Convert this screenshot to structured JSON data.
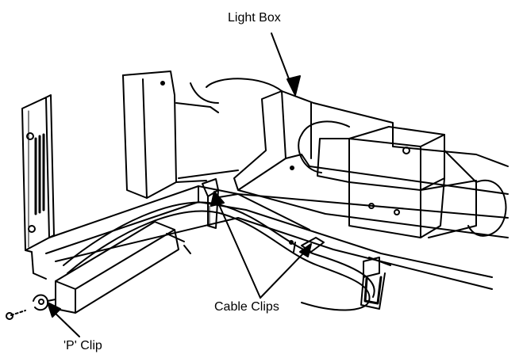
{
  "callouts": {
    "light_box": "Light Box",
    "cable_clips": "Cable Clips",
    "p_clip": "'P' Clip"
  },
  "colors": {
    "ink": "#000000",
    "paper": "#ffffff"
  }
}
